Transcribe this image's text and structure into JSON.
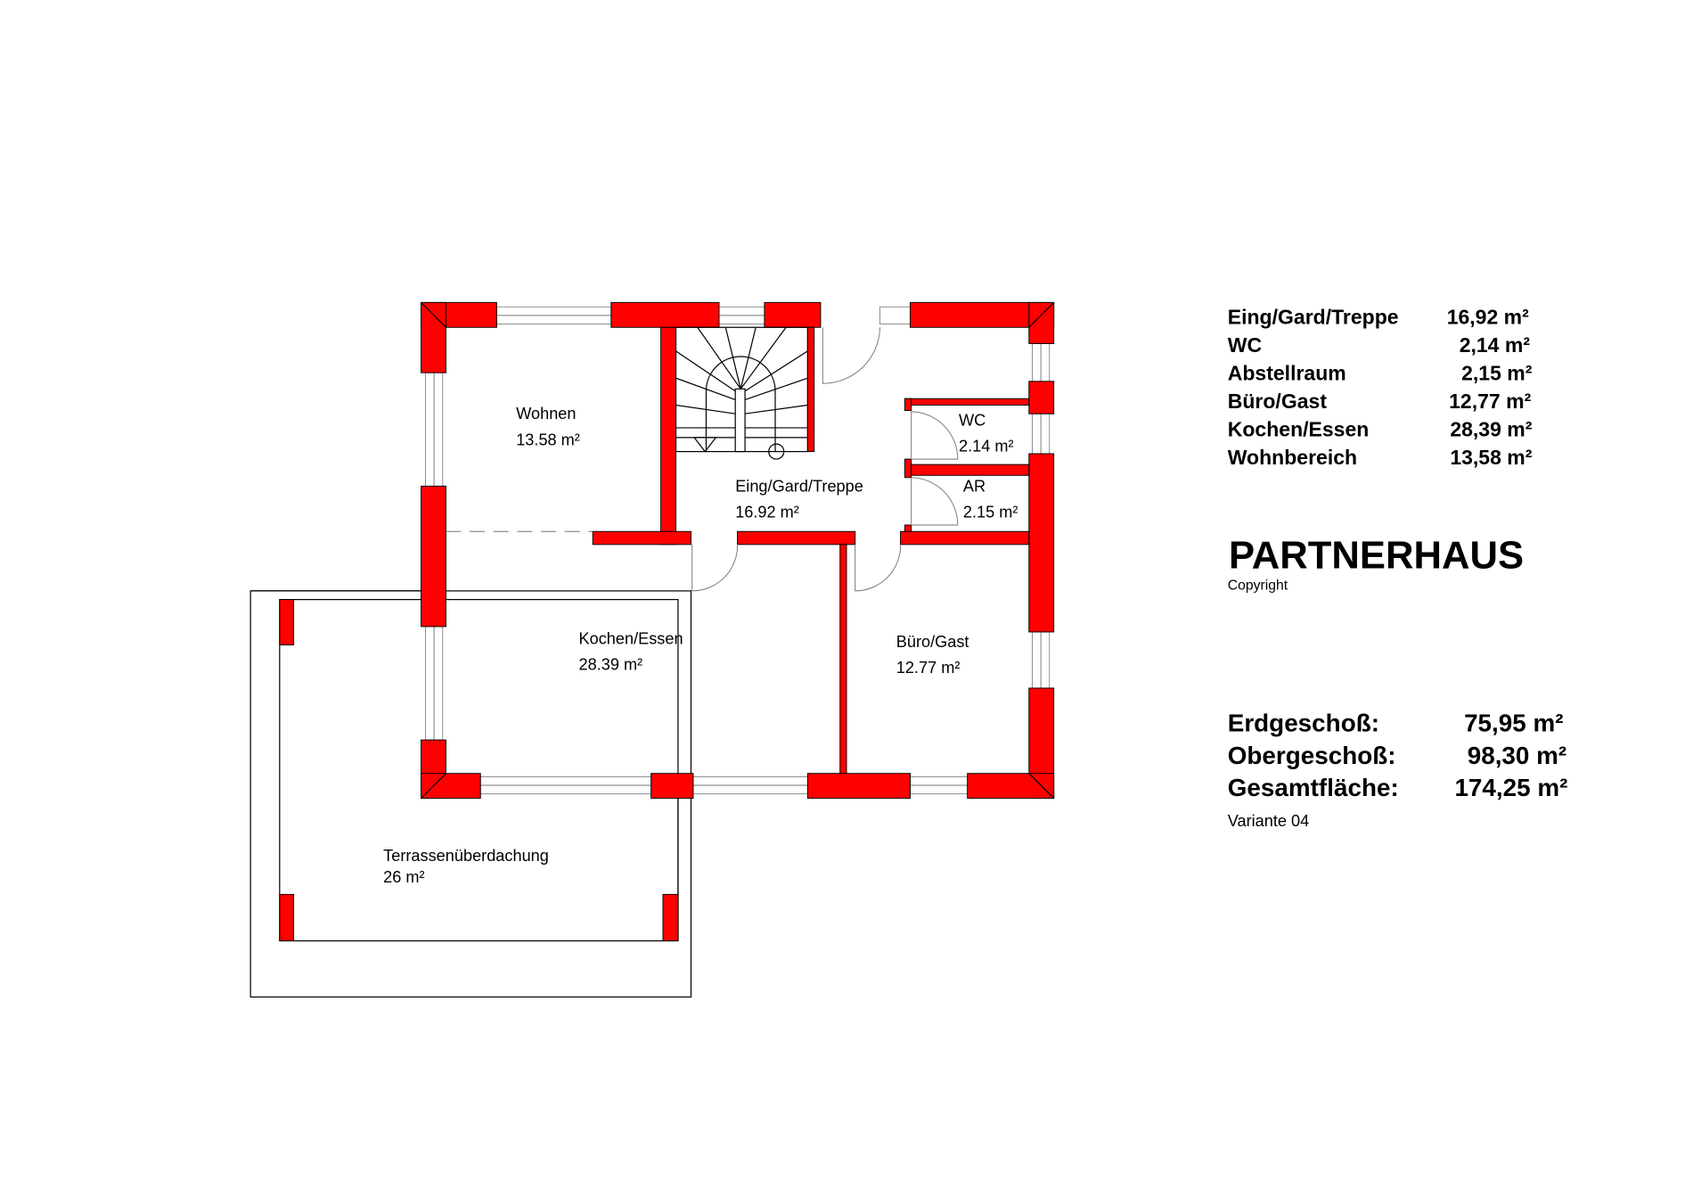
{
  "colors": {
    "wall": "#ff0000",
    "line": "#000000"
  },
  "rooms": [
    {
      "name": "Wohnen",
      "area": "13.58 m²"
    },
    {
      "name": "Eing/Gard/Treppe",
      "area": "16.92 m²"
    },
    {
      "name": "WC",
      "area": "2.14 m²"
    },
    {
      "name": "AR",
      "area": "2.15 m²"
    },
    {
      "name": "Kochen/Essen",
      "area": "28.39 m²"
    },
    {
      "name": "Büro/Gast",
      "area": "12.77 m²"
    },
    {
      "name": "Terrassenüberdachung",
      "area": "26 m²"
    }
  ],
  "area_table": [
    {
      "label": "Eing/Gard/Treppe",
      "value": "16,92 m²"
    },
    {
      "label": "WC",
      "value": "2,14 m²"
    },
    {
      "label": "Abstellraum",
      "value": "2,15 m²"
    },
    {
      "label": "Büro/Gast",
      "value": "12,77 m²"
    },
    {
      "label": "Kochen/Essen",
      "value": "28,39 m²"
    },
    {
      "label": "Wohnbereich",
      "value": "13,58 m²"
    }
  ],
  "brand": {
    "name": "PARTNERHAUS",
    "copyright": "Copyright"
  },
  "totals": [
    {
      "label": "Erdgeschoß:",
      "value": "75,95 m²"
    },
    {
      "label": "Obergeschoß:",
      "value": "98,30 m²"
    },
    {
      "label": "Gesamtfläche:",
      "value": "174,25 m²"
    }
  ],
  "variant": "Variante 04"
}
